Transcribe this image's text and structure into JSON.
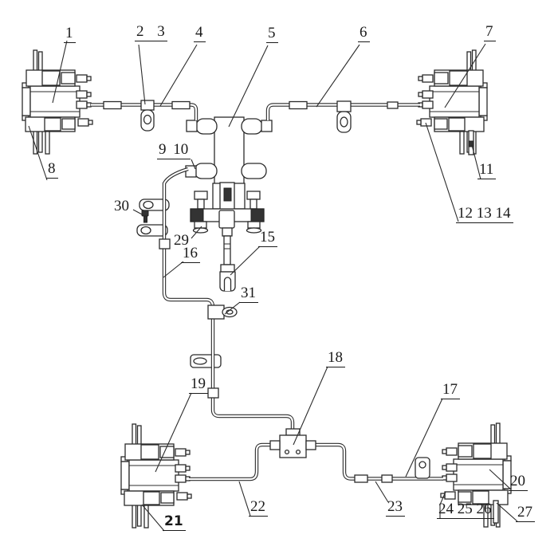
{
  "figure": {
    "kind": "technical line drawing",
    "description": "four wheel brake units connected by brake pipes to a central valve with clevis actuator and a tee junction block",
    "colors": {
      "line": "#2b2b2b",
      "background": "#ffffff",
      "dark_fill": "#333333"
    }
  },
  "labels": [
    {
      "id": "1",
      "text": "1"
    },
    {
      "id": "2-3",
      "text": "2 3"
    },
    {
      "id": "4",
      "text": "4"
    },
    {
      "id": "5",
      "text": "5"
    },
    {
      "id": "6",
      "text": "6"
    },
    {
      "id": "7",
      "text": "7"
    },
    {
      "id": "8",
      "text": "8"
    },
    {
      "id": "9-10",
      "text": "9 10"
    },
    {
      "id": "11",
      "text": "11"
    },
    {
      "id": "12-13-14",
      "text": "12 13 14"
    },
    {
      "id": "15",
      "text": "15"
    },
    {
      "id": "16",
      "text": "16"
    },
    {
      "id": "17",
      "text": "17"
    },
    {
      "id": "18",
      "text": "18"
    },
    {
      "id": "19",
      "text": "19"
    },
    {
      "id": "20",
      "text": "20"
    },
    {
      "id": "21",
      "text": "21"
    },
    {
      "id": "22",
      "text": "22"
    },
    {
      "id": "23",
      "text": "23"
    },
    {
      "id": "24-25-26",
      "text": "24 25 26"
    },
    {
      "id": "27",
      "text": "27"
    },
    {
      "id": "29",
      "text": "29"
    },
    {
      "id": "30",
      "text": "30"
    },
    {
      "id": "31",
      "text": "31"
    }
  ]
}
